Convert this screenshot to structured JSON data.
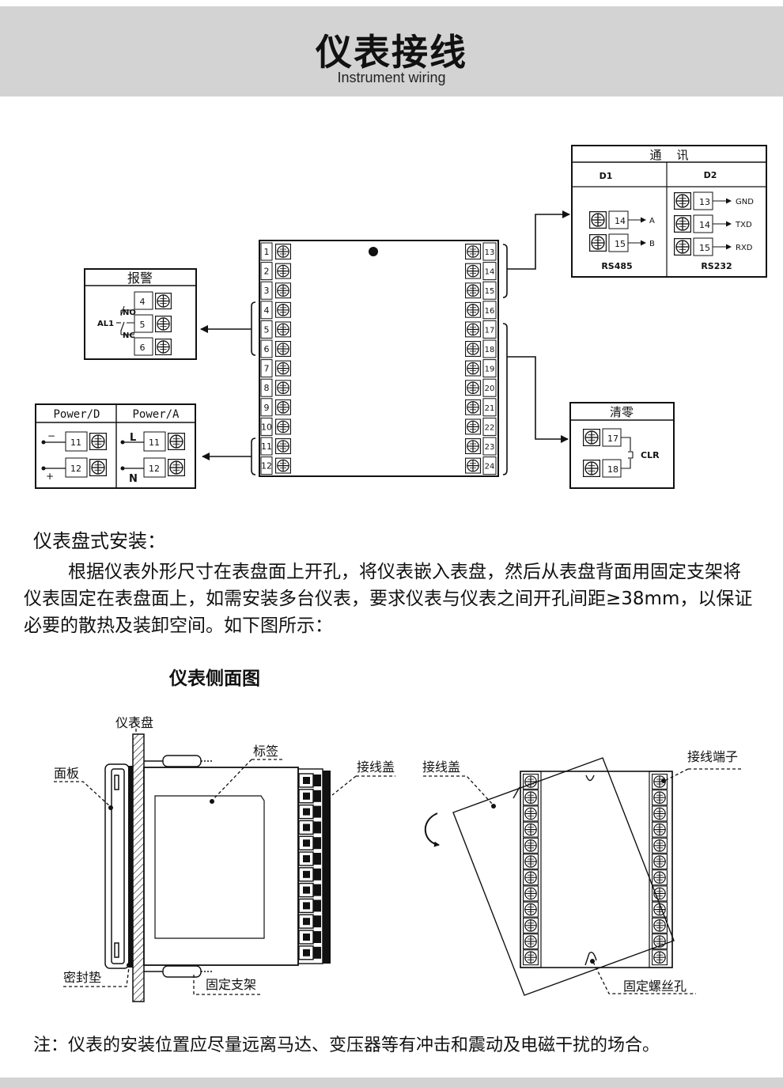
{
  "header": {
    "title": "仪表接线",
    "subtitle": "Instrument wiring"
  },
  "wiring": {
    "left_terminals": [
      "1",
      "2",
      "3",
      "4",
      "5",
      "6",
      "7",
      "8",
      "9",
      "10",
      "11",
      "12"
    ],
    "right_terminals": [
      "13",
      "14",
      "15",
      "16",
      "17",
      "18",
      "19",
      "20",
      "21",
      "22",
      "23",
      "24"
    ],
    "alarm": {
      "title": "报警",
      "label": "AL1",
      "no": "NO",
      "nc": "NC",
      "terminals": [
        "4",
        "5",
        "6"
      ]
    },
    "power": {
      "d_title": "Power/D",
      "a_title": "Power/A",
      "d_minus": "−",
      "d_plus": "+",
      "a_l": "L",
      "a_n": "N",
      "terminals": [
        "11",
        "12"
      ]
    },
    "comm": {
      "title": "通    讯",
      "d1": "D1",
      "d2": "D2",
      "d1_terminals": [
        "14",
        "15"
      ],
      "d1_signals": [
        "A",
        "B"
      ],
      "d1_name": "RS485",
      "d2_terminals": [
        "13",
        "14",
        "15"
      ],
      "d2_signals": [
        "GND",
        "TXD",
        "RXD"
      ],
      "d2_name": "RS232"
    },
    "clear": {
      "title": "清零",
      "terminals": [
        "17",
        "18"
      ],
      "signal": "CLR"
    }
  },
  "panel_mount": {
    "heading": "仪表盘式安装：",
    "paragraph": "根据仪表外形尺寸在表盘面上开孔，将仪表嵌入表盘，然后从表盘背面用固定支架将仪表固定在表盘面上，如需安装多台仪表，要求仪表与仪表之间开孔间距≥38mm，以保证必要的散热及装卸空间。如下图所示："
  },
  "side_view": {
    "title": "仪表侧面图",
    "labels": {
      "panel_board": "仪表盘",
      "faceplate": "面板",
      "tag": "标签",
      "terminal_cover": "接线盖",
      "seal": "密封垫",
      "bracket": "固定支架"
    }
  },
  "rear_view": {
    "labels": {
      "terminal_cover": "接线盖",
      "terminal_block": "接线端子",
      "screw_hole": "固定螺丝孔"
    }
  },
  "footer_note": "注：仪表的安装位置应尽量远离马达、变压器等有冲击和震动及电磁干扰的场合。"
}
